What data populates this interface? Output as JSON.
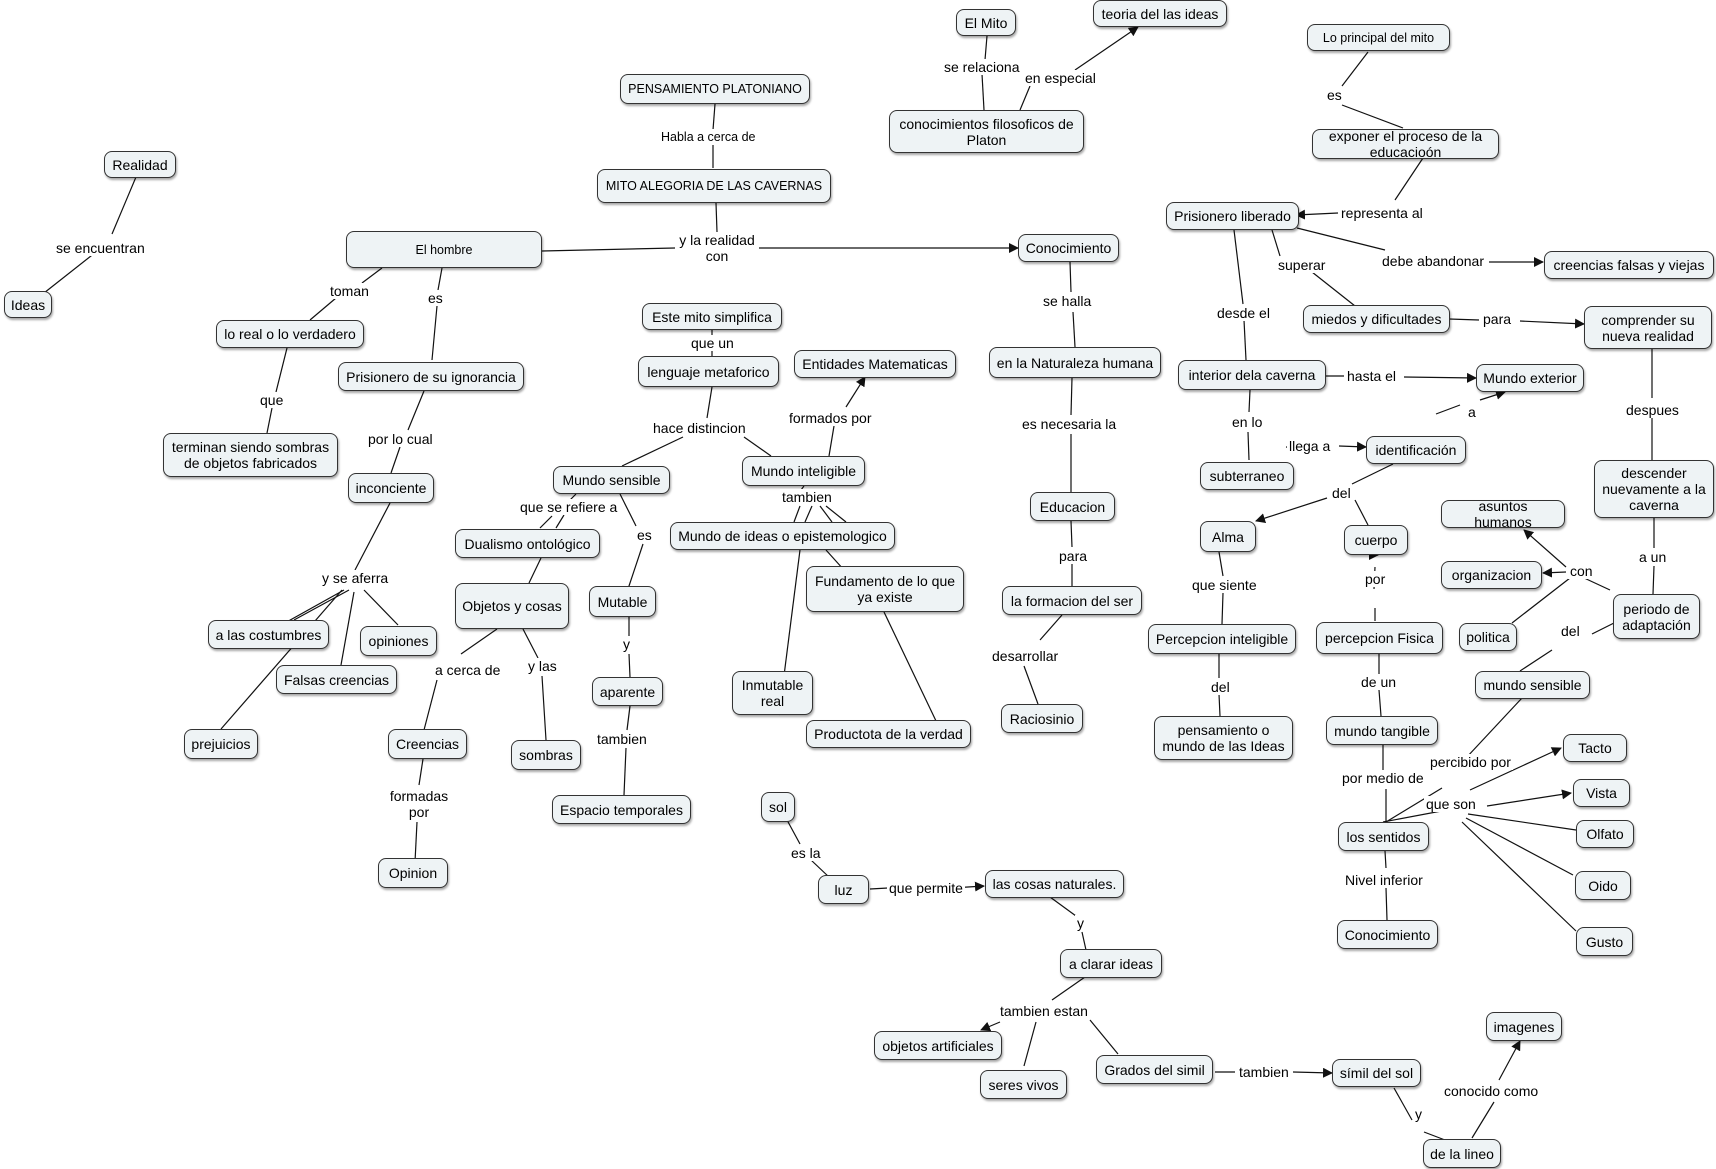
{
  "nodes": {
    "el_mito": "El Mito",
    "teoria_ideas": "teoria del las ideas",
    "lo_principal": "Lo principal del mito",
    "pensamiento": "PENSAMIENTO PLATONIANO",
    "conocimientos_filosoficos": "conocimientos filosoficos de Platon",
    "exponer": "exponer el proceso de la educacioón",
    "realidad": "Realidad",
    "mito_alegoria": "MITO ALEGORIA DE LAS CAVERNAS",
    "prisionero_liberado": "Prisionero liberado",
    "el_hombre": "El hombre",
    "conocimiento": "Conocimiento",
    "creencias_falsas": "creencias falsas y viejas",
    "ideas": "Ideas",
    "lo_real": "lo real o lo verdadero",
    "este_mito": "Este mito simplifica",
    "miedos": "miedos y dificultades",
    "comprender": "comprender su nueva realidad",
    "lenguaje": "lenguaje metaforico",
    "entidades": "Entidades Matematicas",
    "naturaleza_humana": "en la Naturaleza humana",
    "prisionero_ignorancia": "Prisionero de su ignorancia",
    "interior_caverna": "interior dela caverna",
    "mundo_exterior": "Mundo exterior",
    "terminan": "terminan siendo sombras de objetos fabricados",
    "identificacion": "identificación",
    "subterraneo": "subterraneo",
    "descender": "descender nuevamente a la caverna",
    "mundo_inteligible": "Mundo inteligible",
    "mundo_sensible": "Mundo sensible",
    "inconciente": "inconciente",
    "educacion": "Educacion",
    "asuntos_humanos": "asuntos humanos",
    "alma": "Alma",
    "cuerpo": "cuerpo",
    "mundo_ideas": "Mundo de ideas o epistemologico",
    "dualismo": "Dualismo ontológico",
    "fundamento": "Fundamento de lo que ya existe",
    "organizacion": "organizacion",
    "objetos_cosas": "Objetos y cosas",
    "mutable": "Mutable",
    "formacion_ser": "la formacion del ser",
    "periodo": "periodo de adaptación",
    "a_costumbres": "a las costumbres",
    "opiniones": "opiniones",
    "percepcion_inteligible": "Percepcion inteligible",
    "percepcion_fisica": "percepcion Fisica",
    "politica": "politica",
    "falsas_creencias": "Falsas creencias",
    "inmutable": "Inmutable real",
    "mundo_sensible_2": "mundo sensible",
    "aparente": "aparente",
    "raciosinio": "Raciosinio",
    "pensamiento_ideas": "pensamiento o mundo de las Ideas",
    "mundo_tangible": "mundo tangible",
    "productota": "Productota de la verdad",
    "creencias": "Creencias",
    "prejuicios": "prejuicios",
    "tacto": "Tacto",
    "sombras": "sombras",
    "vista": "Vista",
    "espacio_temporales": "Espacio temporales",
    "sol": "sol",
    "los_sentidos": "los sentidos",
    "olfato": "Olfato",
    "opinion": "Opinion",
    "luz": "luz",
    "cosas_naturales": "las cosas naturales.",
    "oido": "Oido",
    "conocimiento_2": "Conocimiento",
    "gusto": "Gusto",
    "a_clarar": "a clarar ideas",
    "imagenes": "imagenes",
    "objetos_artificiales": "objetos artificiales",
    "grados_simil": "Grados del simil",
    "simil_sol": "símil del sol",
    "seres_vivos": "seres vivos",
    "de_la_lineo": "de la lineo"
  },
  "links": {
    "se_relaciona": "se relaciona",
    "en_especial": "en especial",
    "es_1": "es",
    "habla_cerca": "Habla a cerca de",
    "representa_al": "representa al",
    "se_encuentran": "se encuentran",
    "y_la_realidad": "y la realidad con",
    "debe_abandonar": "debe abandonar",
    "toman": "toman",
    "es_2": "es",
    "superar": "superar",
    "se_halla": "se halla",
    "desde_el": "desde el",
    "para_1": "para",
    "que_un": "que un",
    "hasta_el": "hasta el",
    "que": "que",
    "despues": "despues",
    "formados_por": "formados por",
    "hace_distincion": "hace distincion",
    "por_lo_cual": "por lo cual",
    "es_necesaria": "es necesaria la",
    "a": "a",
    "en_lo": "en lo",
    "llega_a": "llega a",
    "del_1": "del",
    "que_se_refiere": "que se refiere a",
    "tambien_1": "tambien",
    "es_3": "es",
    "a_un": "a un",
    "con_1": "con",
    "que_siente": "que siente",
    "por_1": "por",
    "para_2": "para",
    "y_se_aferra": "y se aferra",
    "del_2": "del",
    "y_1": "y",
    "a_cerca_de": "a cerca de",
    "y_las": "y las",
    "desarrollar": "desarrollar",
    "del_3": "del",
    "de_un": "de un",
    "tambien_2": "tambien",
    "percibido_por": "percibido por",
    "por_medio_de": "por medio de",
    "formadas_por": "formadas por",
    "que_son": "que son",
    "es_la": "es la",
    "que_permite": "que  permite",
    "nivel_inferior": "Nivel  inferior",
    "y_2": "y",
    "tambien_estan": "tambien estan",
    "tambien_3": "tambien",
    "conocido_como": "conocido como",
    "y_3": "y"
  },
  "colors": {
    "node_fill": "#eef3f5",
    "node_border": "#333333",
    "line": "#111111"
  }
}
